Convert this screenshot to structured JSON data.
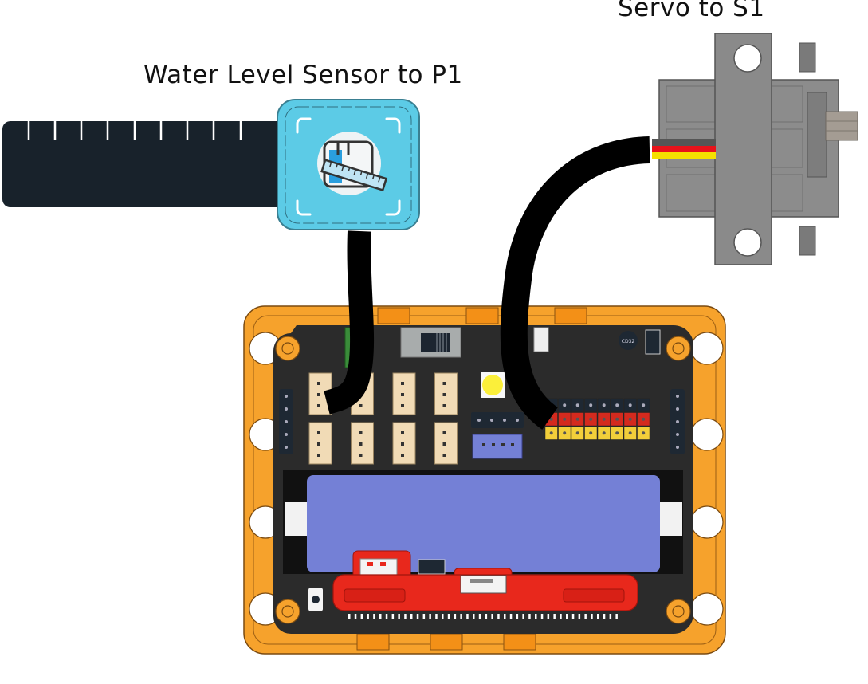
{
  "labels": {
    "sensor": "Water Level Sensor to P1",
    "servo": "Servo to S1"
  },
  "components": {
    "water_level_sensor": {
      "name": "Water Level Sensor",
      "port": "P1",
      "icon": "ruler-water-icon"
    },
    "servo": {
      "name": "Servo",
      "port": "S1",
      "wire_colors": [
        "#3a3a3a",
        "#e8121a",
        "#f5e000"
      ]
    },
    "board": {
      "name": "Expansion Board",
      "chip_label": "CD32",
      "connectors_left_grid": 8,
      "servo_header_columns": 8,
      "header_row_colors": [
        "#1e2833",
        "#d42a1e",
        "#f2cf3a"
      ]
    }
  },
  "colors": {
    "frame_orange": "#f6a22c",
    "board_dark": "#2b2b2b",
    "battery_blue": "#7480d6",
    "microbit_red": "#e8281c",
    "sensor_cyan": "#5ccbe6",
    "probe_dark": "#18222b",
    "cable_black": "#000000",
    "servo_gray": "#8a8a8a"
  }
}
